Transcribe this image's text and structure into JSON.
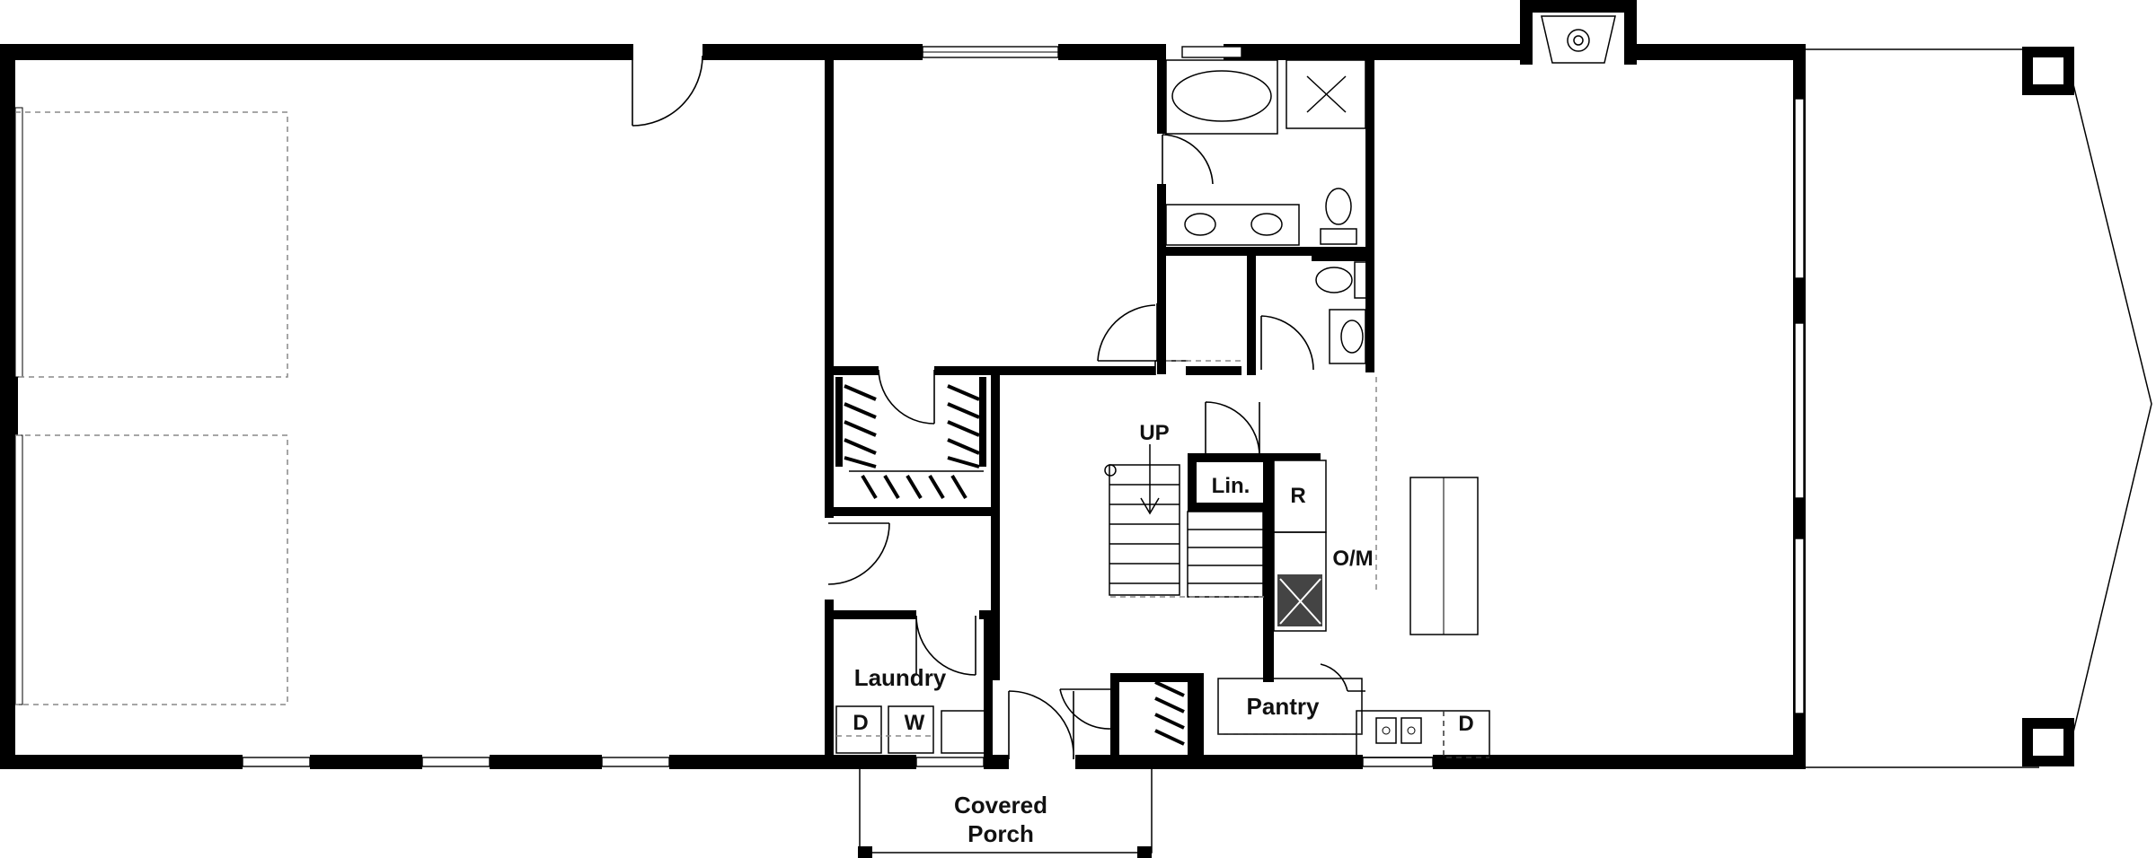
{
  "plan": {
    "labels": {
      "up": "UP",
      "linen": "Lin.",
      "refrigerator": "R",
      "oven_microwave": "O/M",
      "laundry": "Laundry",
      "dryer": "D",
      "washer": "W",
      "pantry": "Pantry",
      "dishwasher": "D",
      "porch_line1": "Covered",
      "porch_line2": "Porch"
    }
  }
}
